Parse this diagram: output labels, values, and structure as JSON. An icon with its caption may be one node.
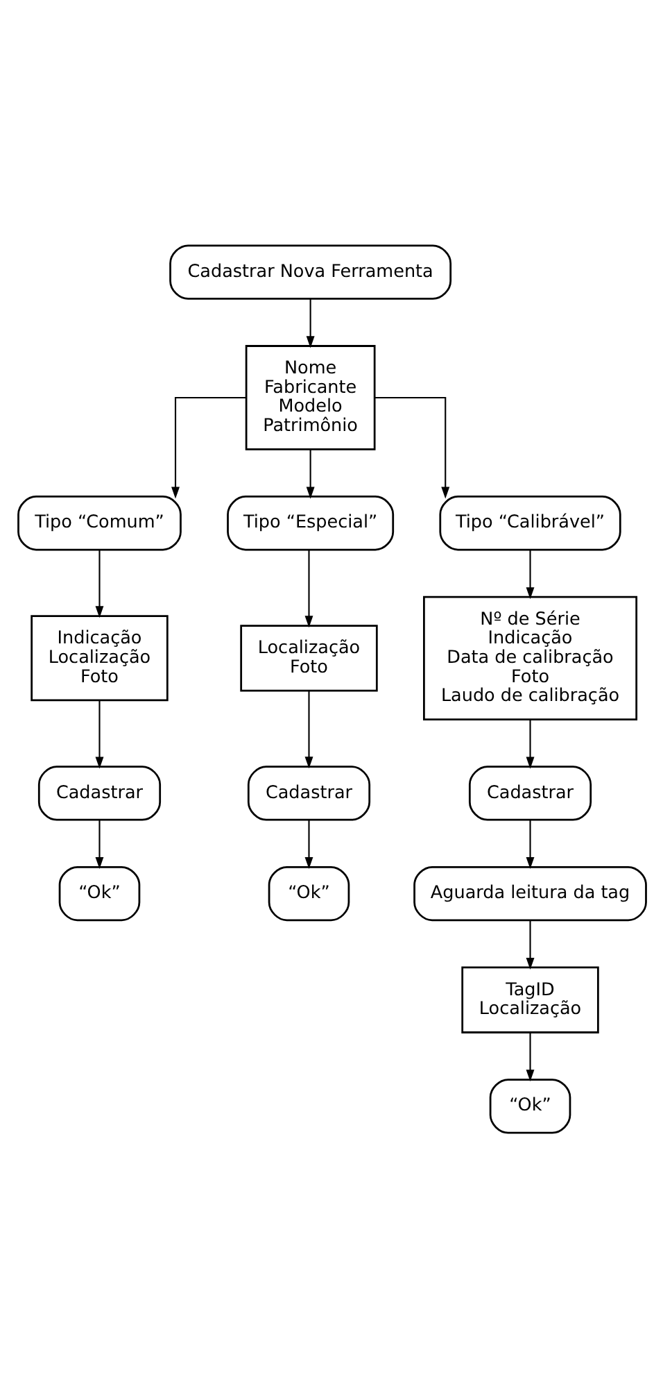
{
  "diagram": {
    "nodes": [
      {
        "text": [
          "Cadastrar Nova Ferramenta"
        ]
      },
      {
        "text": [
          "Nome",
          "Fabricante",
          "Modelo",
          "Patrimônio"
        ]
      },
      {
        "text": [
          "Tipo “Comum”"
        ]
      },
      {
        "text": [
          "Tipo “Especial”"
        ]
      },
      {
        "text": [
          "Tipo “Calibrável”"
        ]
      },
      {
        "text": [
          "Indicação",
          "Localização",
          "Foto"
        ]
      },
      {
        "text": [
          "Localização",
          "Foto"
        ]
      },
      {
        "text": [
          "Nº de Série",
          "Indicação",
          "Data de calibração",
          "Foto",
          "Laudo de calibração"
        ]
      },
      {
        "text": [
          "Cadastrar"
        ]
      },
      {
        "text": [
          "Cadastrar"
        ]
      },
      {
        "text": [
          "Cadastrar"
        ]
      },
      {
        "text": [
          "“Ok”"
        ]
      },
      {
        "text": [
          "“Ok”"
        ]
      },
      {
        "text": [
          "Aguarda leitura da tag"
        ]
      },
      {
        "text": [
          "TagID",
          "Localização"
        ]
      },
      {
        "text": [
          "“Ok”"
        ]
      }
    ],
    "edges": [
      {
        "from": 0,
        "to": 1,
        "arrow": "to"
      },
      {
        "from": 1,
        "to": 2,
        "arrow": "to"
      },
      {
        "from": 1,
        "to": 3,
        "arrow": "to"
      },
      {
        "from": 1,
        "to": 4,
        "arrow": "to"
      },
      {
        "from": 2,
        "to": 5,
        "arrow": "to"
      },
      {
        "from": 3,
        "to": 6,
        "arrow": "to"
      },
      {
        "from": 4,
        "to": 7,
        "arrow": "to"
      },
      {
        "from": 5,
        "to": 8,
        "arrow": "to"
      },
      {
        "from": 6,
        "to": 9,
        "arrow": "to"
      },
      {
        "from": 7,
        "to": 10,
        "arrow": "to"
      },
      {
        "from": 8,
        "to": 11,
        "arrow": "to"
      },
      {
        "from": 9,
        "to": 12,
        "arrow": "to"
      },
      {
        "from": 10,
        "to": 13,
        "arrow": "to"
      },
      {
        "from": 13,
        "to": 14,
        "arrow": "to"
      },
      {
        "from": 14,
        "to": 15,
        "arrow": "to"
      }
    ]
  }
}
